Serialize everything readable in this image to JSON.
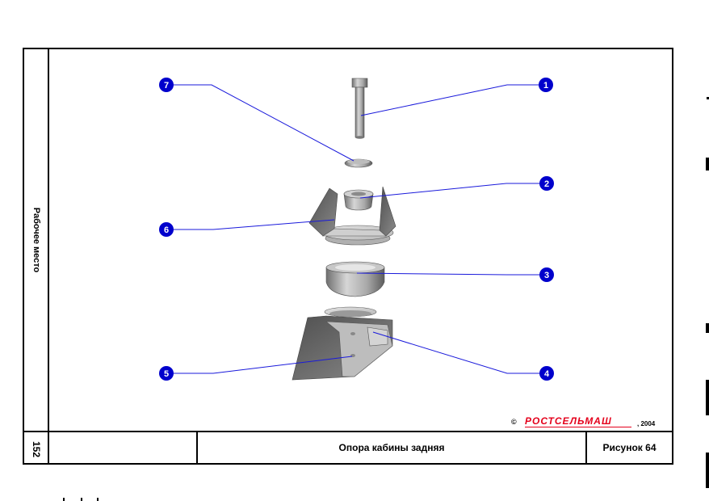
{
  "sidebar": {
    "label": "Рабочее место",
    "page_number": "152"
  },
  "footer": {
    "title": "Опора кабины задняя",
    "figure_label": "Рисунок 64"
  },
  "copyright": {
    "symbol": "©",
    "brand": "РОСТСЕЛЬМАШ",
    "year": ", 2004"
  },
  "callouts": [
    "1",
    "2",
    "3",
    "4",
    "5",
    "6",
    "7"
  ],
  "colors": {
    "callout_fill": "#0000cc",
    "leader_line": "#1a1adb",
    "brand": "#e4001b"
  }
}
